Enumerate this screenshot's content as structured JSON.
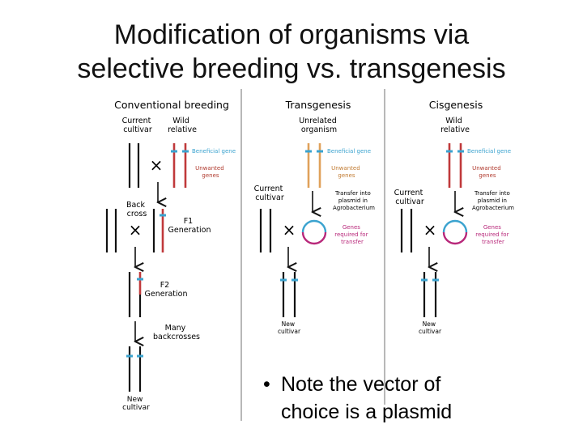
{
  "title": {
    "line1": "Modification of organisms via",
    "line2": "selective breeding vs. transgenesis"
  },
  "panels": {
    "conventional": {
      "heading": "Conventional breeding",
      "current_cultivar": [
        "Current",
        "cultivar"
      ],
      "wild_relative": [
        "Wild",
        "relative"
      ],
      "beneficial_gene": "Beneficial gene",
      "unwanted_genes": [
        "Unwanted",
        "genes"
      ],
      "back_cross": [
        "Back",
        "cross"
      ],
      "f1": [
        "F1",
        "Generation"
      ],
      "f2": [
        "F2",
        "Generation"
      ],
      "many_backcrosses": [
        "Many",
        "backcrosses"
      ],
      "new_cultivar": [
        "New",
        "cultivar"
      ]
    },
    "transgenesis": {
      "heading": "Transgenesis",
      "unrelated_organism": [
        "Unrelated",
        "organism"
      ],
      "beneficial_gene": "Beneficial gene",
      "unwanted_genes": [
        "Unwanted",
        "genes"
      ],
      "current_cultivar": [
        "Current",
        "cultivar"
      ],
      "transfer": [
        "Transfer into",
        "plasmid in",
        "Agrobacterium"
      ],
      "genes_required": [
        "Genes",
        "required for",
        "transfer"
      ],
      "new_cultivar": [
        "New",
        "cultivar"
      ]
    },
    "cisgenesis": {
      "heading": "Cisgenesis",
      "wild_relative": [
        "Wild",
        "relative"
      ],
      "beneficial_gene": "Beneficial gene",
      "unwanted_genes": [
        "Unwanted",
        "genes"
      ],
      "current_cultivar": [
        "Current",
        "cultivar"
      ],
      "transfer": [
        "Transfer into",
        "plasmid in",
        "Agrobacterium"
      ],
      "genes_required": [
        "Genes",
        "required for",
        "transfer"
      ],
      "new_cultivar": [
        "New",
        "cultivar"
      ]
    }
  },
  "note": {
    "bullet": "•",
    "text": "Note the vector of choice is a plasmid"
  },
  "colors": {
    "chromosome": "#111111",
    "wild_red": "#c0393b",
    "unrelated_orange": "#e0a15a",
    "gene_blue": "#3ba3cf",
    "unwanted_text": "#b03a2e",
    "unwanted_text_orange": "#c07a30",
    "plasmid_magenta": "#b8287a",
    "divider": "#888888"
  }
}
